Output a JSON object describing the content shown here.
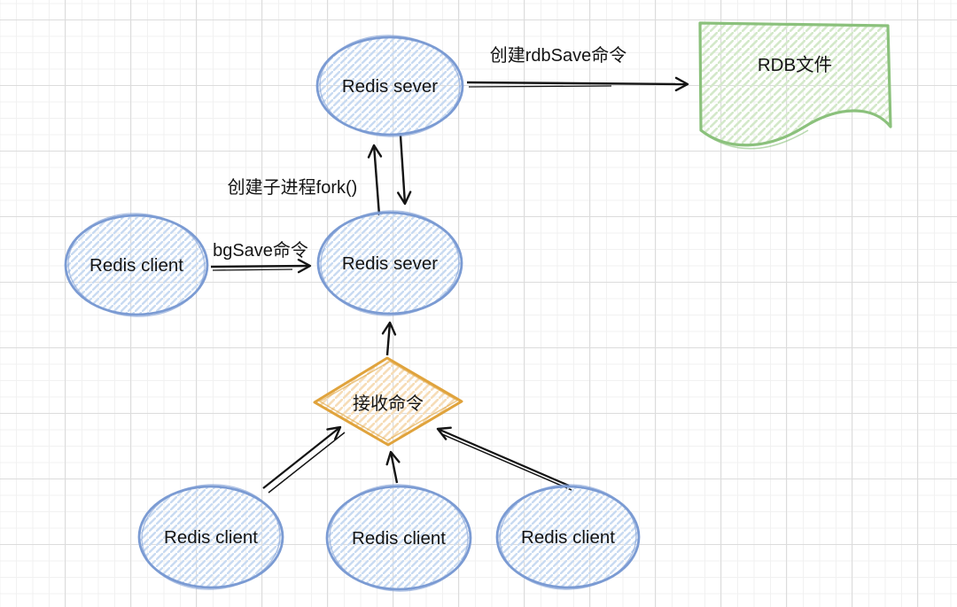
{
  "canvas": {
    "background": "#ffffff",
    "grid_minor_color": "#f1f1f1",
    "grid_major_color": "#dcdcdc"
  },
  "colors": {
    "blue_stroke": "#7b9bd3",
    "blue_hatch": "#c9dbf2",
    "green_stroke": "#8bc17c",
    "green_hatch": "#d4e9ca",
    "orange_stroke": "#e0a33c",
    "orange_hatch": "#f6ddb8",
    "arrow": "#141414",
    "text": "#141414"
  },
  "nodes": {
    "server_top": {
      "label": "Redis sever",
      "shape": "ellipse"
    },
    "rdb_file": {
      "label": "RDB文件",
      "shape": "document"
    },
    "server_mid": {
      "label": "Redis sever",
      "shape": "ellipse"
    },
    "client_left": {
      "label": "Redis client",
      "shape": "ellipse"
    },
    "receive_command": {
      "label": "接收命令",
      "shape": "diamond"
    },
    "client_bottom_1": {
      "label": "Redis client",
      "shape": "ellipse"
    },
    "client_bottom_2": {
      "label": "Redis client",
      "shape": "ellipse"
    },
    "client_bottom_3": {
      "label": "Redis client",
      "shape": "ellipse"
    }
  },
  "edge_labels": {
    "create_rdbsave": "创建rdbSave命令",
    "fork": "创建子进程fork()",
    "bgsave": "bgSave命令"
  }
}
